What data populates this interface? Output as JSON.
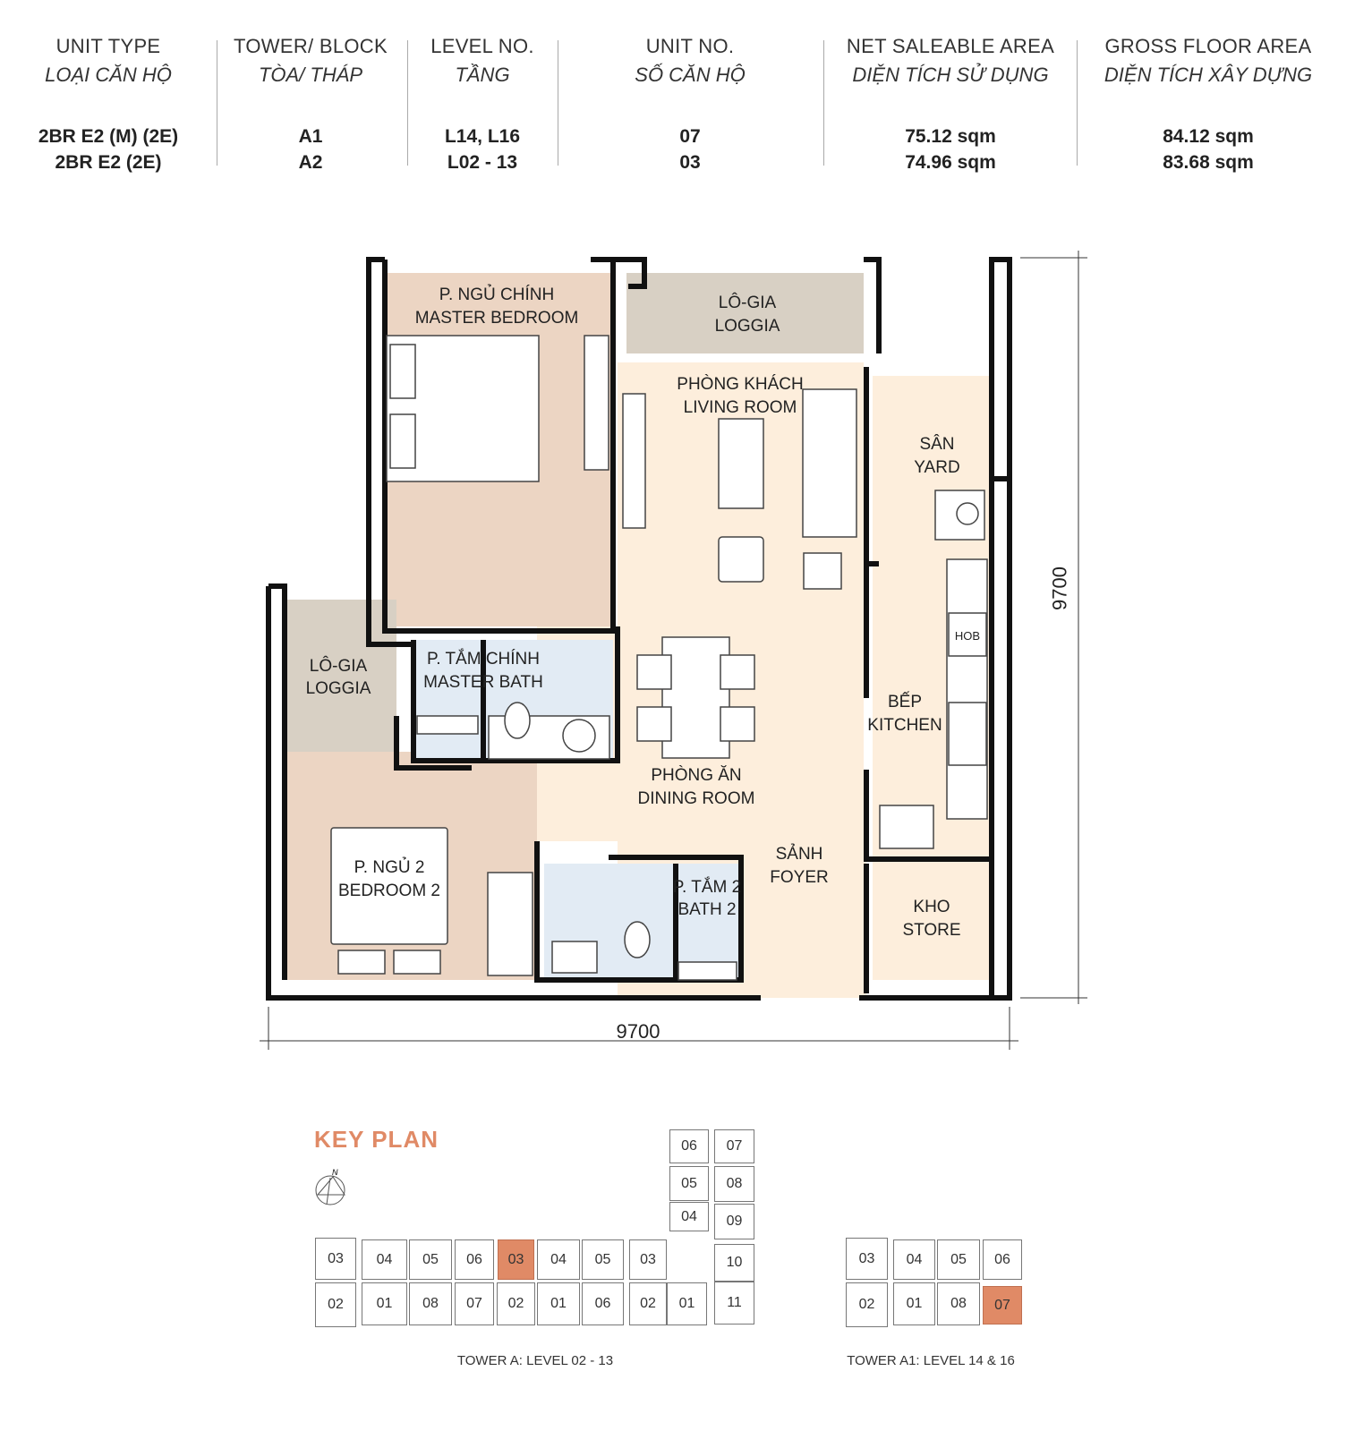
{
  "header": [
    {
      "en": "UNIT TYPE",
      "vi": "LOẠI CĂN HỘ",
      "values": [
        "2BR E2 (M) (2E)",
        "2BR E2 (2E)"
      ]
    },
    {
      "en": "TOWER/ BLOCK",
      "vi": "TÒA/ THÁP",
      "values": [
        "A1",
        "A2"
      ]
    },
    {
      "en": "LEVEL NO.",
      "vi": "TẦNG",
      "values": [
        "L14, L16",
        "L02 - 13"
      ]
    },
    {
      "en": "UNIT NO.",
      "vi": "SỐ CĂN HỘ",
      "values": [
        "07",
        "03"
      ]
    },
    {
      "en": "NET SALEABLE AREA",
      "vi": "DIỆN TÍCH SỬ DỤNG",
      "values": [
        "75.12 sqm",
        "74.96 sqm"
      ]
    },
    {
      "en": "GROSS FLOOR AREA",
      "vi": "DIỆN TÍCH XÂY DỰNG",
      "values": [
        "84.12 sqm",
        "83.68 sqm"
      ]
    }
  ],
  "rooms": {
    "master_bedroom": [
      "P. NGỦ CHÍNH",
      "MASTER BEDROOM"
    ],
    "loggia_top": [
      "LÔ-GIA",
      "LOGGIA"
    ],
    "living": [
      "PHÒNG KHÁCH",
      "LIVING ROOM"
    ],
    "yard": [
      "SÂN",
      "YARD"
    ],
    "loggia_left": [
      "LÔ-GIA",
      "LOGGIA"
    ],
    "master_bath": [
      "P. TẮM CHÍNH",
      "MASTER BATH"
    ],
    "kitchen": [
      "BẾP",
      "KITCHEN"
    ],
    "hob": "HOB",
    "dining": [
      "PHÒNG ĂN",
      "DINING ROOM"
    ],
    "bedroom2": [
      "P. NGỦ 2",
      "BEDROOM 2"
    ],
    "bath2": [
      "P. TẮM 2",
      "BATH 2"
    ],
    "foyer": [
      "SẢNH",
      "FOYER"
    ],
    "store": [
      "KHO",
      "STORE"
    ]
  },
  "dimensions": {
    "width": "9700",
    "height": "9700"
  },
  "colors": {
    "bedroom": "#ecd5c3",
    "living": "#fdeedc",
    "loggia": "#d8d0c4",
    "bath": "#e2ebf4",
    "highlight": "#e08a66"
  },
  "key_plan": {
    "title": "KEY PLAN",
    "north": "N",
    "tower_a": {
      "caption": "TOWER A: LEVEL 02 - 13",
      "units": [
        "03",
        "04",
        "05",
        "06",
        "03",
        "04",
        "05",
        "03",
        "02",
        "01",
        "08",
        "07",
        "02",
        "01",
        "06",
        "02",
        "01",
        "06",
        "07",
        "05",
        "08",
        "04",
        "09",
        "10",
        "11"
      ],
      "highlighted": "03"
    },
    "tower_a1": {
      "caption": "TOWER A1: LEVEL 14 & 16",
      "units": [
        "03",
        "04",
        "05",
        "06",
        "02",
        "01",
        "08",
        "07"
      ],
      "highlighted": "07"
    }
  }
}
